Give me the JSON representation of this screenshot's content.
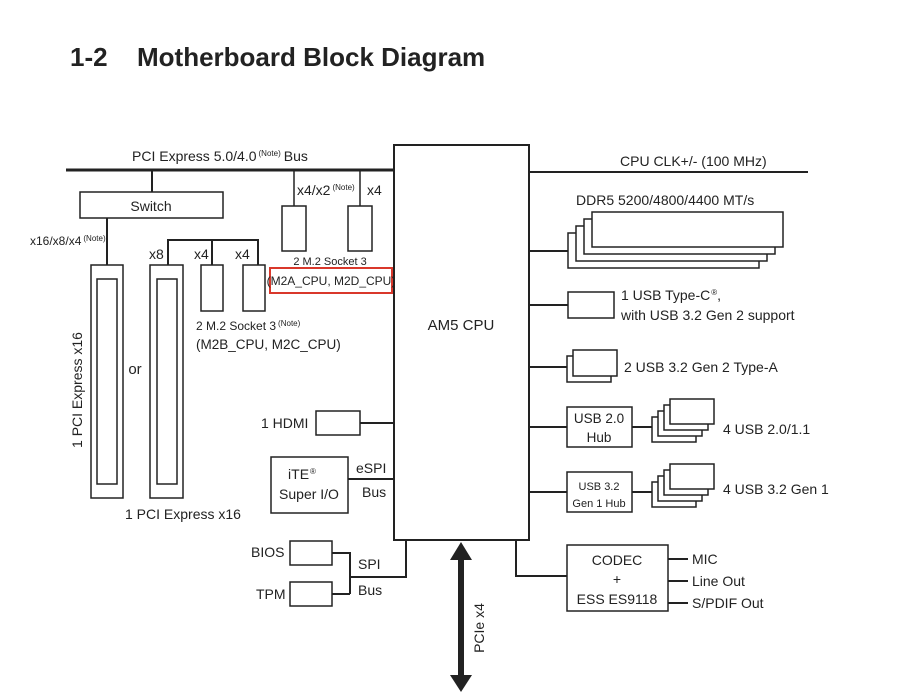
{
  "heading": {
    "number": "1-2",
    "title": "Motherboard Block Diagram"
  },
  "note": "(Note)",
  "cpu": {
    "label": "AM5 CPU"
  },
  "pcie_bus": {
    "label_pre": "PCI Express 5.0/4.0",
    "label_post": "Bus"
  },
  "switch": {
    "label": "Switch"
  },
  "slot_left": {
    "lanes_label": "x16/x8/x4",
    "label": "1 PCI Express x16"
  },
  "slot_or": "or",
  "slot_x8_label": "x8",
  "slot_right": {
    "label": "1 PCI Express x16"
  },
  "m2_switch": {
    "lane_a": "x4",
    "lane_b": "x4",
    "label_pre": "2 M.2 Socket 3",
    "label2": "(M2B_CPU, M2C_CPU)"
  },
  "m2_cpu": {
    "lane_a": "x4/x2",
    "lane_b": "x4",
    "label1": "2 M.2 Socket 3",
    "label2": "(M2A_CPU, M2D_CPU)",
    "highlight_color": "#d9382b"
  },
  "hdmi": "1 HDMI",
  "superio": {
    "line1": "iTE",
    "reg": "®",
    "line2": "Super I/O",
    "bus1": "eSPI",
    "bus2": "Bus"
  },
  "bios": "BIOS",
  "tpm": "TPM",
  "spi_bus": {
    "line1": "SPI",
    "line2": "Bus"
  },
  "pcie_x4": "PCIe x4",
  "cpu_clk": "CPU CLK+/- (100 MHz)",
  "ddr5": "DDR5 5200/4800/4400 MT/s",
  "usb_c": {
    "line1_pre": "1 USB Type-C",
    "reg": "®",
    "line1_post": ",",
    "line2": "with USB 3.2 Gen 2 support"
  },
  "usb_gen2": "2 USB 3.2 Gen 2 Type-A",
  "usb2_hub": {
    "line1": "USB 2.0",
    "line2": "Hub",
    "ports": "4 USB 2.0/1.1"
  },
  "usb32_hub": {
    "line1": "USB 3.2",
    "line2": "Gen 1 Hub",
    "ports": "4 USB 3.2 Gen 1"
  },
  "codec": {
    "line1": "CODEC",
    "line2": "+",
    "line3": "ESS ES9118",
    "out1": "MIC",
    "out2": "Line Out",
    "out3": "S/PDIF Out"
  }
}
